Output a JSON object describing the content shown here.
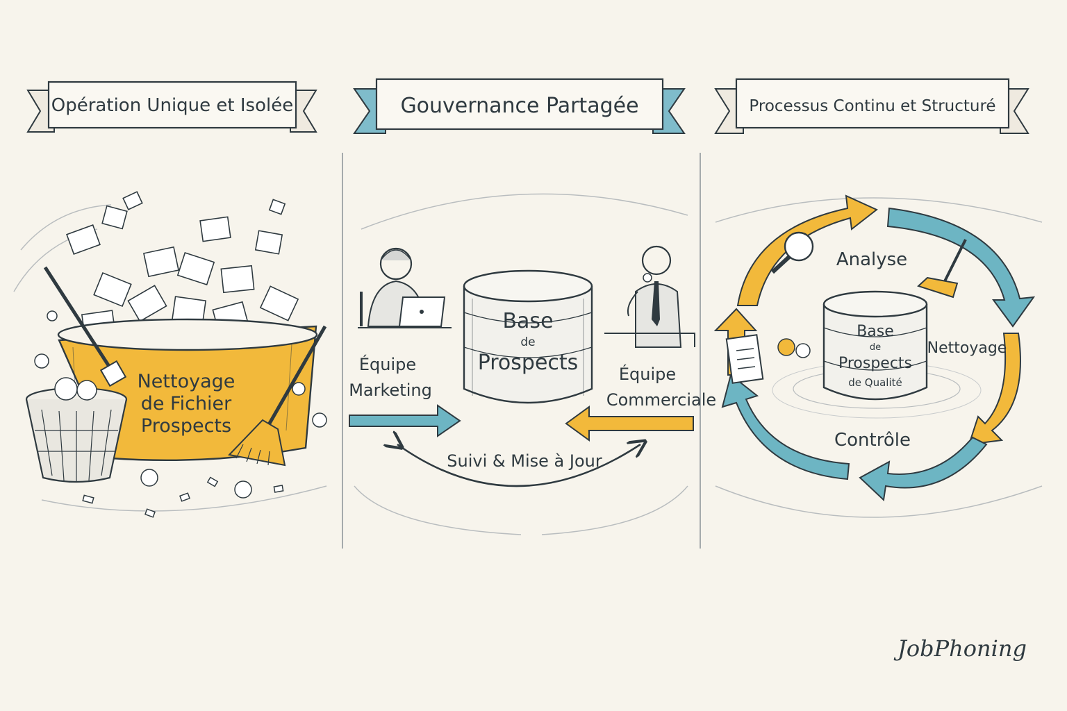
{
  "panels": {
    "left": {
      "banner": "Opération Unique et Isolée",
      "bucket_label": [
        "Nettoyage",
        "de Fichier",
        "Prospects"
      ]
    },
    "middle": {
      "banner": "Gouvernance Partagée",
      "database_label": [
        "Base",
        "de",
        "Prospects"
      ],
      "team_marketing": [
        "Équipe",
        "Marketing"
      ],
      "team_sales": [
        "Équipe",
        "Commerciale"
      ],
      "loop_label": "Suivi & Mise à Jour"
    },
    "right": {
      "banner": "Processus Continu et Structuré",
      "database_label": [
        "Base",
        "de",
        "Prospects",
        "de Qualité"
      ],
      "steps": {
        "analyse": "Analyse",
        "nettoyage": "Nettoyage",
        "controle": "Contrôle"
      }
    }
  },
  "brand": "JobPhoning",
  "colors": {
    "ink": "#2f3a40",
    "yellow": "#f2b93b",
    "teal": "#6db5c3",
    "paper": "#f7f4ec"
  },
  "icons": [
    "magnifier-icon",
    "broom-icon",
    "clipboard-icon",
    "trash-bin-icon",
    "laptop-icon",
    "database-icon"
  ]
}
